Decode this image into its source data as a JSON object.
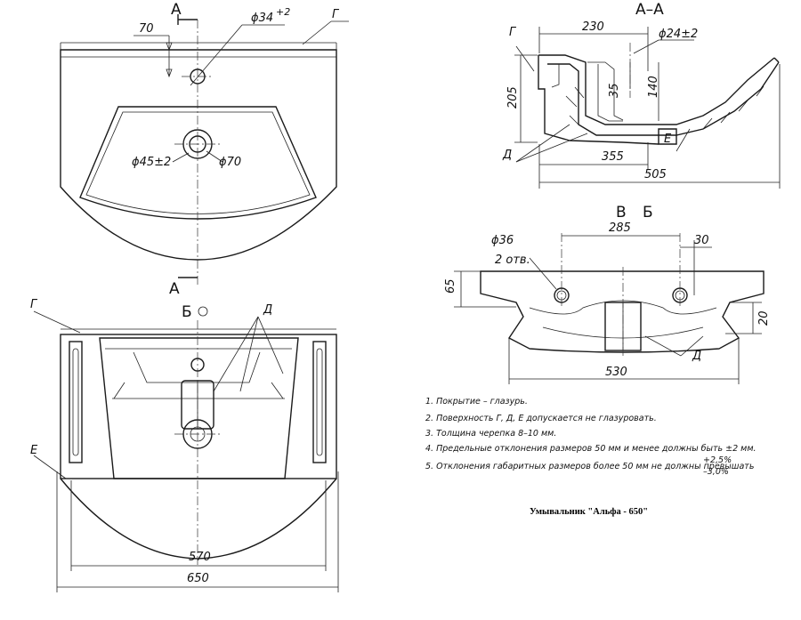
{
  "sections": {
    "top_cut": "А",
    "bottom_cut": "А",
    "section_aa": "А–А",
    "view_b": "Б",
    "view_b2": "Б",
    "view_v": "В"
  },
  "letters": {
    "g_top": "Г",
    "g_section": "Г",
    "g_bottom": "Г",
    "d_section": "Д",
    "d_bottom": "Д",
    "d_side": "Д",
    "e_section": "Е",
    "e_bottom": "Е"
  },
  "dims": {
    "d70_top": "70",
    "d34": "ϕ34",
    "d34_tol": "+2",
    "d45": "ϕ45±2",
    "d70_circle": "ϕ70",
    "d230": "230",
    "d24": "ϕ24±2",
    "d205": "205",
    "d35": "35",
    "d140": "140",
    "d355": "355",
    "d505": "505",
    "d36": "ϕ36",
    "holes": "2 отв.",
    "d285": "285",
    "d30": "30",
    "d65": "65",
    "d20": "20",
    "d530": "530",
    "d570": "570",
    "d650": "650"
  },
  "notes": [
    "1. Покрытие – глазурь.",
    "2. Поверхность Г, Д, Е допускается не глазуровать.",
    "3. Толщина черепка 8–10 мм.",
    "4. Предельные отклонения размеров 50 мм и менее должны быть ±2 мм.",
    "5. Отклонения габаритных размеров более 50 мм не должны превышать"
  ],
  "tolerance_plus": "+2,5%",
  "tolerance_minus": "–3,0%",
  "title": "Умывальник \"Альфа - 650\""
}
